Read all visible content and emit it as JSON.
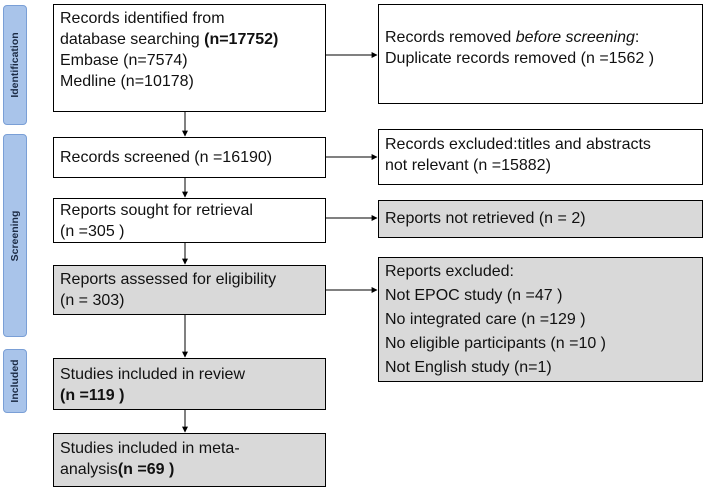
{
  "phases": {
    "identification": "Identification",
    "screening": "Screening",
    "included": "Included"
  },
  "boxes": {
    "identified": {
      "line1": "Records identified from",
      "line2_text": "database searching ",
      "line2_bold": "(n=17752)",
      "line3": "Embase (n=7574)",
      "line4": "Medline (n=10178)"
    },
    "removed": {
      "line1_text": "Records removed ",
      "line1_italic": "before screening",
      "line1_end": ":",
      "line2": "Duplicate records removed  (n =1562 )"
    },
    "screened": {
      "line1": "Records screened (n =16190)"
    },
    "excluded_titles": {
      "line1": "Records excluded:titles and abstracts",
      "line2": "not relevant (n =15882)"
    },
    "sought": {
      "line1": "Reports sought for retrieval",
      "line2": "(n =305 )"
    },
    "not_retrieved": {
      "line1": "Reports not retrieved (n = 2)"
    },
    "assessed": {
      "line1": "Reports assessed for eligibility",
      "line2": "(n = 303)"
    },
    "reports_excluded": {
      "line1": "Reports excluded:",
      "line2": "Not EPOC study (n =47 )",
      "line3": "No integrated care (n =129 )",
      "line4": "No eligible participants (n =10 )",
      "line5": "Not English study (n=1)"
    },
    "included_review": {
      "line1": "Studies included in review",
      "line2": "(n =119 )"
    },
    "included_meta": {
      "line1": "Studies included in meta-",
      "line2_text": "analysis",
      "line2_bold": "(n =69 )"
    }
  }
}
